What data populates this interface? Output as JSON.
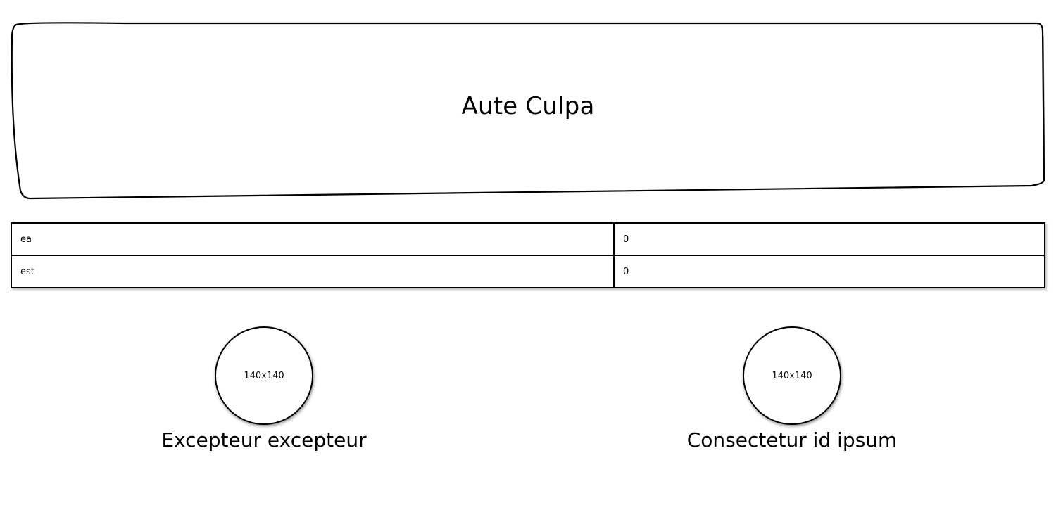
{
  "hero": {
    "title": "Aute Culpa"
  },
  "table": {
    "rows": [
      {
        "key": "ea",
        "value": "0"
      },
      {
        "key": "est",
        "value": "0"
      }
    ]
  },
  "cards": [
    {
      "placeholder": "140x140",
      "caption": "Excepteur excepteur"
    },
    {
      "placeholder": "140x140",
      "caption": "Consectetur id ipsum"
    }
  ]
}
